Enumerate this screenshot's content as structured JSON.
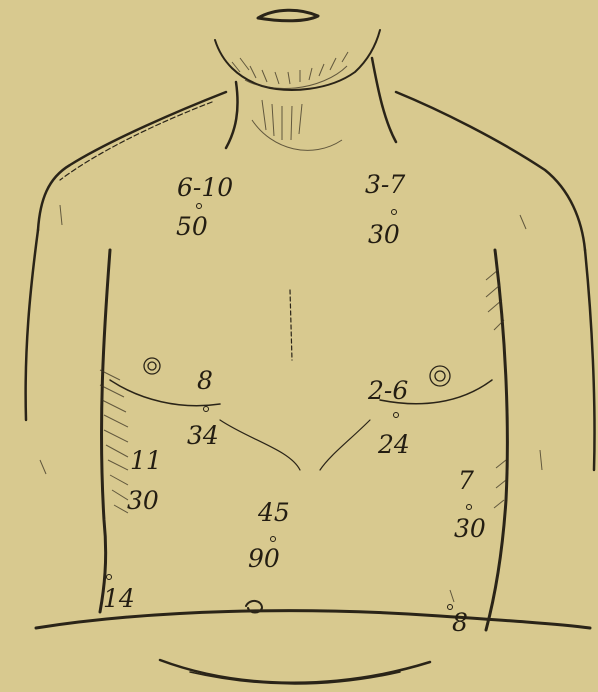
{
  "points": [
    {
      "id": "left-clavicular",
      "upper": "6-10",
      "lower": "50"
    },
    {
      "id": "right-clavicular",
      "upper": "3-7",
      "lower": "30"
    },
    {
      "id": "left-mammary",
      "upper": "8",
      "lower": "34"
    },
    {
      "id": "right-mammary",
      "upper": "2-6",
      "lower": "24"
    },
    {
      "id": "left-lateral",
      "upper": "11",
      "lower": "30"
    },
    {
      "id": "right-lateral",
      "upper": "7",
      "lower": "30"
    },
    {
      "id": "epigastric",
      "upper": "45",
      "lower": "90"
    },
    {
      "id": "left-lower",
      "upper": "",
      "lower": "14"
    },
    {
      "id": "right-lower",
      "upper": "",
      "lower": "8"
    }
  ]
}
